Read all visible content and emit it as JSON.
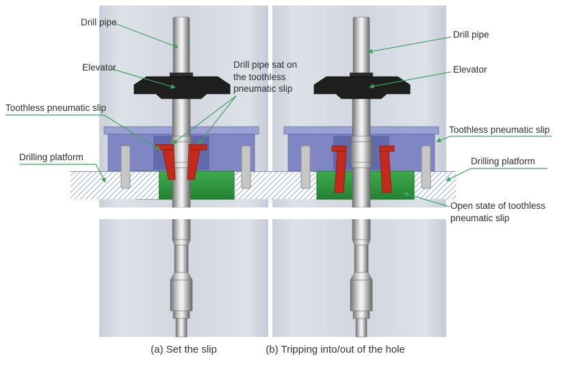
{
  "figure": {
    "panels": {
      "a": {
        "caption": "(a) Set the slip",
        "labels": {
          "drill_pipe": "Drill pipe",
          "elevator": "Elevator",
          "pipe_sat_on_slip": "Drill pipe sat on\nthe toothless\npneumatic slip",
          "toothless_pneumatic_slip": "Toothless pneumatic slip",
          "drilling_platform": "Drilling platform"
        }
      },
      "b": {
        "caption": "(b) Tripping into/out of the hole",
        "labels": {
          "drill_pipe": "Drill pipe",
          "elevator": "Elevator",
          "toothless_pneumatic_slip": "Toothless pneumatic slip",
          "drilling_platform": "Drilling platform",
          "open_state": "Open state of toothless\npneumatic slip"
        }
      }
    },
    "colors": {
      "leader_line_green": "#3aa45c",
      "slip_red": "#c32a1c",
      "bowl_purple": "#7f86c3",
      "base_green": "#2f9e3d",
      "elevator_black": "#1f1f1f",
      "panel_background": "#d4d8e1",
      "pipe_metal_light": "#f2f2f2",
      "pipe_metal_dark": "#6e6e6e",
      "hatch_line_blue": "#9fb0cc",
      "post_gray": "#c6c6c6"
    }
  }
}
